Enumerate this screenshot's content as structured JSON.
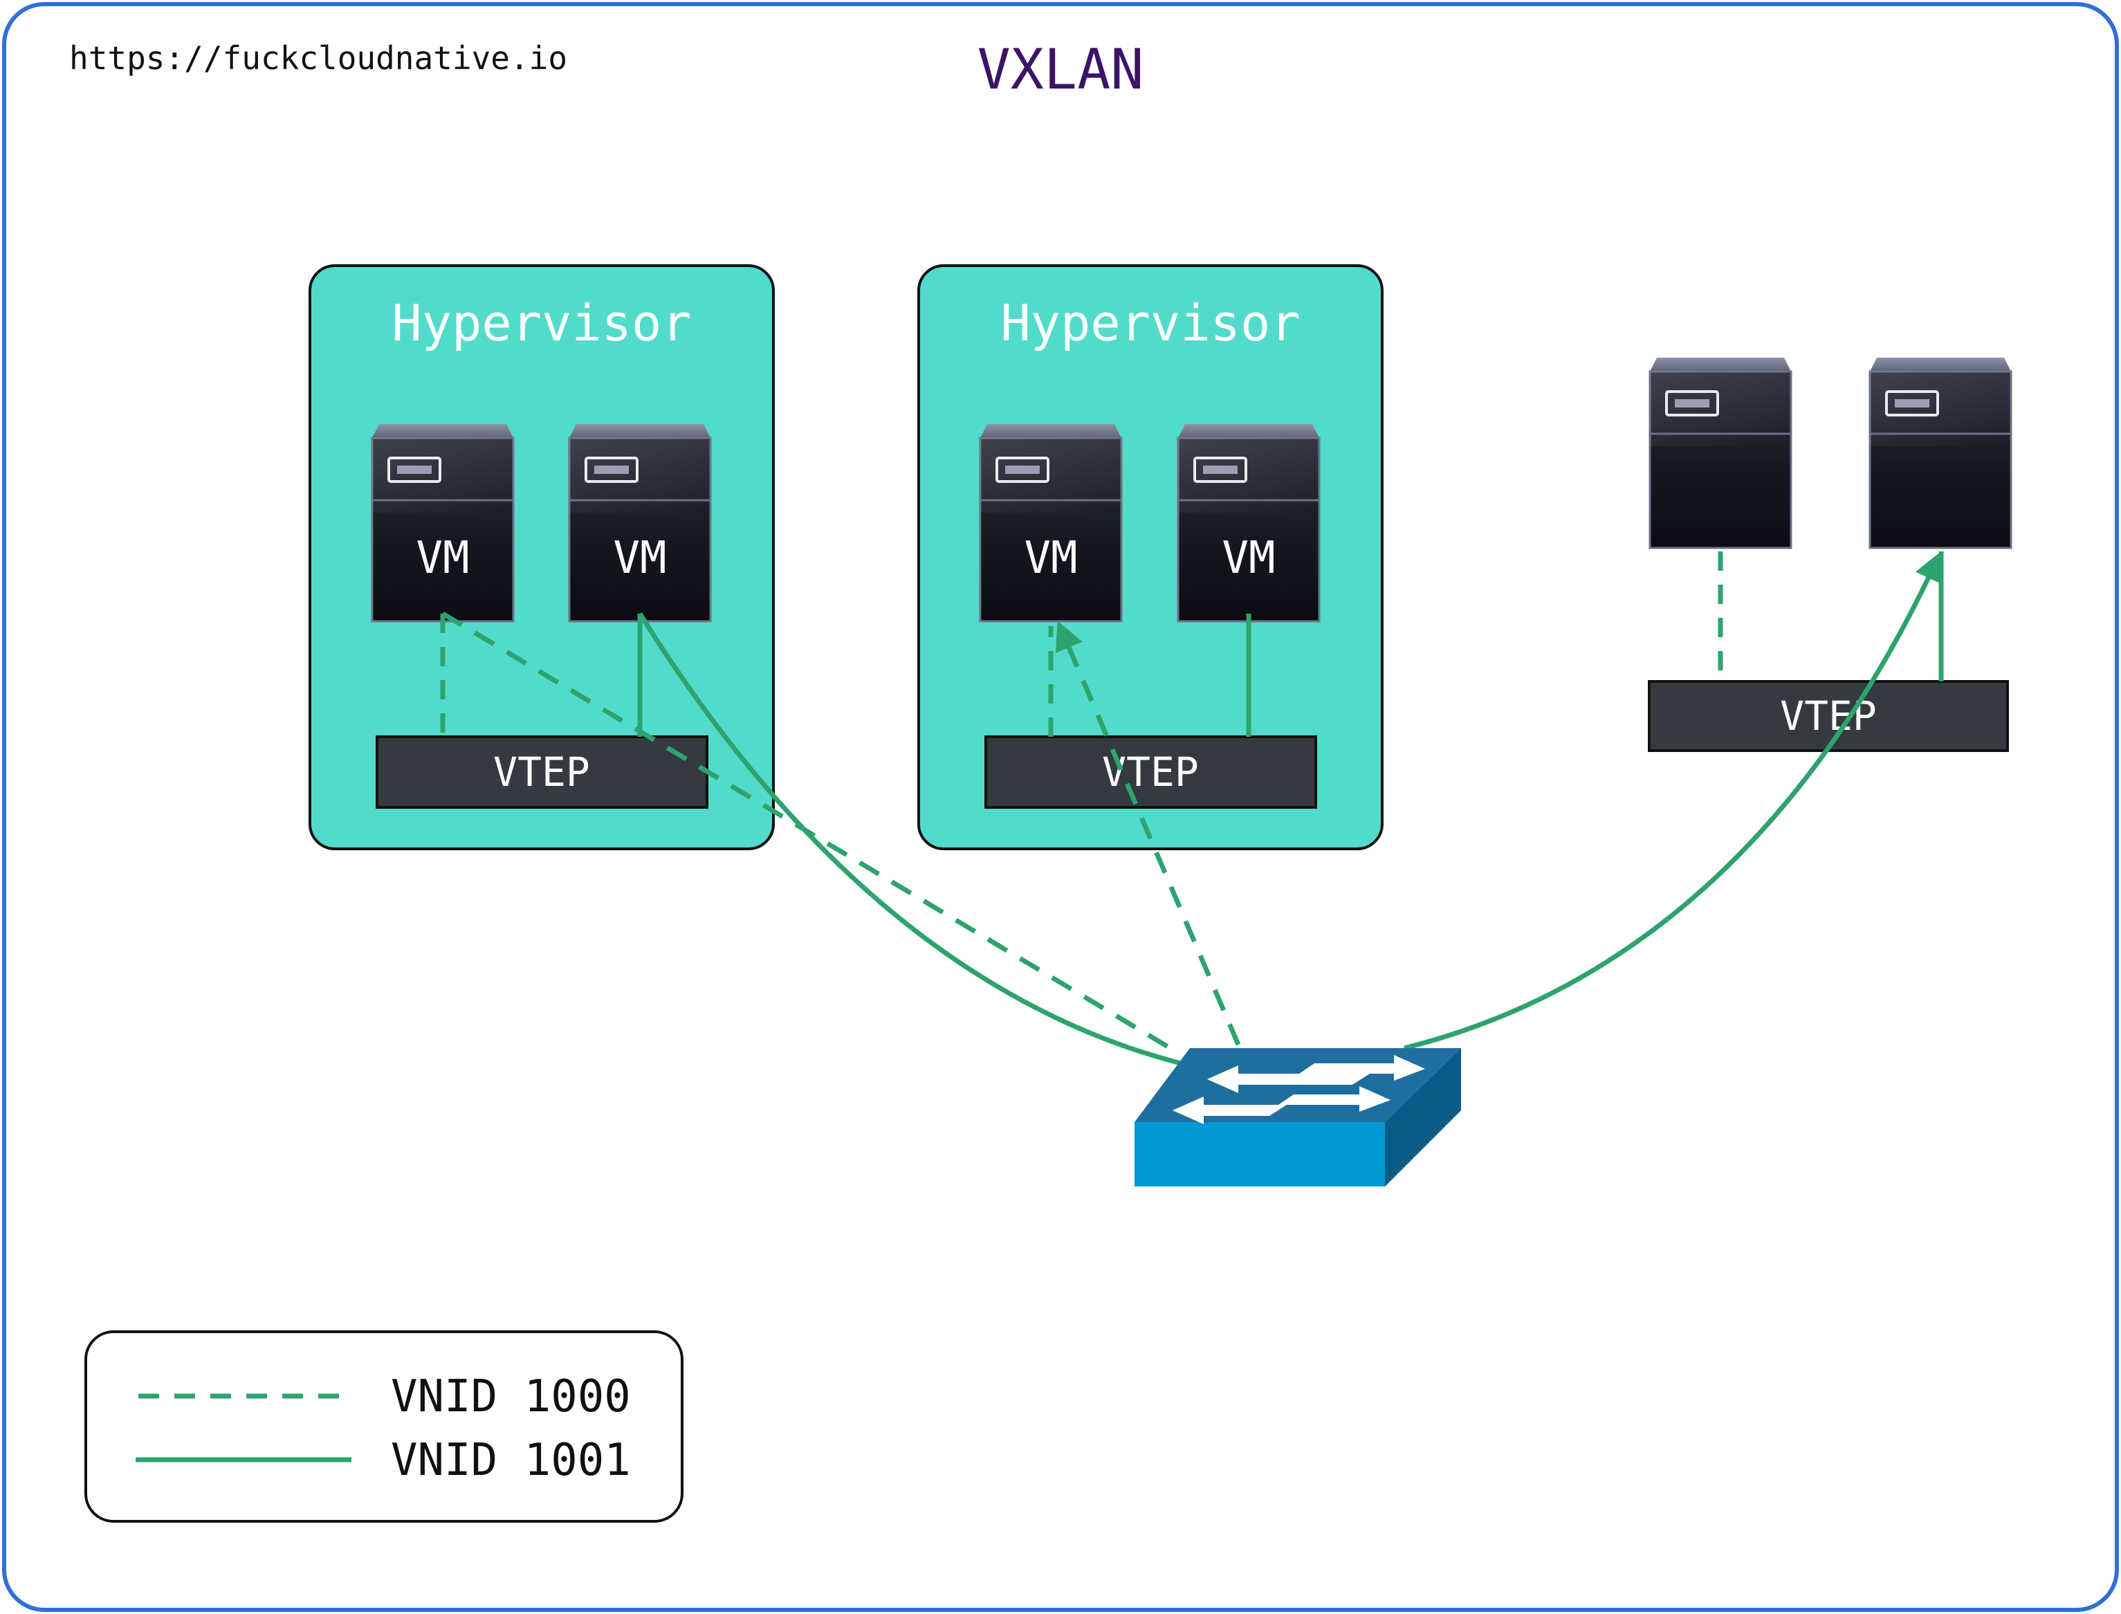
{
  "header": {
    "source_url": "https://fuckcloudnative.io",
    "title": "VXLAN"
  },
  "hosts": [
    {
      "label": "Hypervisor",
      "vm_labels": [
        "VM",
        "VM"
      ],
      "vtep_label": "VTEP"
    },
    {
      "label": "Hypervisor",
      "vm_labels": [
        "VM",
        "VM"
      ],
      "vtep_label": "VTEP"
    },
    {
      "label": "",
      "vm_labels": [
        "",
        ""
      ],
      "vtep_label": "VTEP"
    }
  ],
  "network": {
    "device": "switch-icon"
  },
  "legend": {
    "items": [
      {
        "style": "dashed",
        "label": "VNID 1000"
      },
      {
        "style": "solid",
        "label": "VNID 1001"
      }
    ]
  },
  "colors": {
    "frame_border": "#2f6fd6",
    "title": "#3b1467",
    "hypervisor_fill": "#52dbcb",
    "vtep_fill": "#343a40",
    "link": "#2da36e",
    "switch_top": "#1f6ea0",
    "switch_front": "#0398d6",
    "switch_side": "#0a5b88"
  }
}
